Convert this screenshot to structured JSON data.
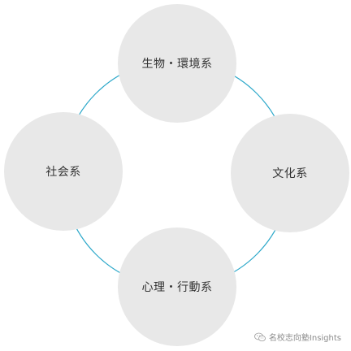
{
  "diagram": {
    "nodes": {
      "top": "生物・環境系",
      "left": "社会系",
      "right": "文化系",
      "bottom": "心理・行動系"
    },
    "ring_color": "#2aa7c9",
    "node_color": "#e8e8e8"
  },
  "watermark": {
    "text": "名校志向塾Insights",
    "icon": "wechat-icon"
  }
}
